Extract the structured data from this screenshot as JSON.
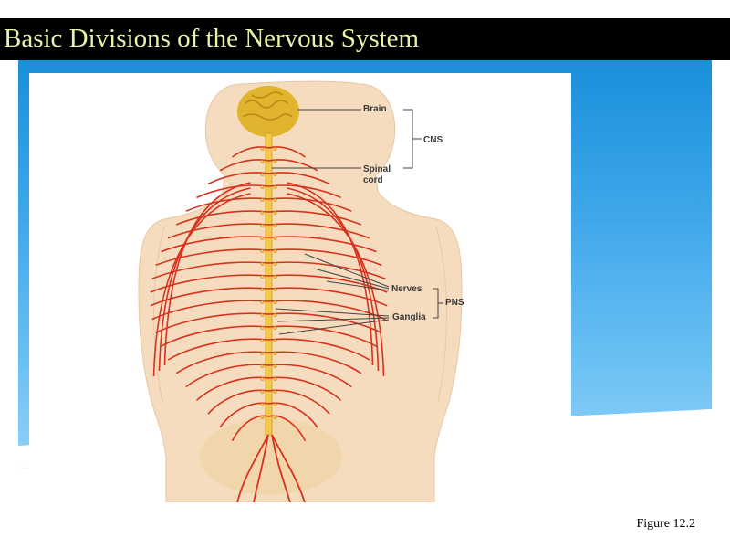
{
  "slide": {
    "title": "Basic Divisions of the Nervous System",
    "caption": "Figure 12.2"
  },
  "diagram": {
    "labels": {
      "brain": "Brain",
      "cns": "CNS",
      "spinal_cord_line1": "Spinal",
      "spinal_cord_line2": "cord",
      "nerves": "Nerves",
      "ganglia": "Ganglia",
      "pns": "PNS"
    }
  },
  "colors": {
    "title_bar": "#000000",
    "title_text": "#e9f3a8",
    "panel_top": "#1a8fdc",
    "panel_bottom": "#9dd6f8",
    "skin": "#f6dcbe",
    "brain": "#e0b42c",
    "nerve": "#d8321f",
    "spinal_cord": "#f2c94c"
  }
}
